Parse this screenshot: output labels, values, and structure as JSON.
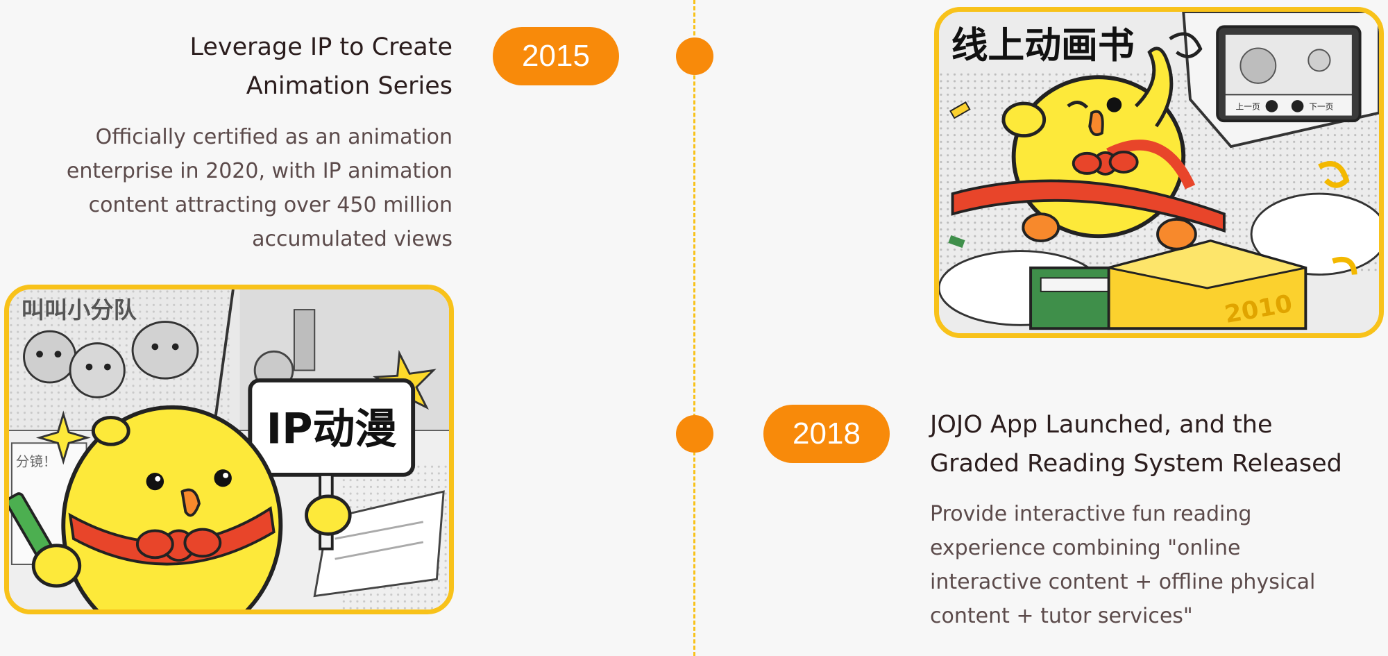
{
  "timeline": {
    "entry_2015": {
      "year": "2015",
      "title_line1": "Leverage IP to Create",
      "title_line2": "Animation Series",
      "desc_lines": [
        "Officially certified as an animation",
        "enterprise in 2020,  with IP animation",
        "content attracting over 450 million",
        "accumulated views"
      ],
      "image": {
        "sign_text": "IP动漫",
        "comic_title": "叫叫小分队",
        "note_text": "分镜！"
      }
    },
    "entry_2018": {
      "year": "2018",
      "title_line1": "JOJO App Launched, and the",
      "title_line2": "Graded Reading System Released",
      "desc_lines": [
        "Provide interactive fun reading",
        "experience combining \"online",
        "interactive content + offline physical",
        "content + tutor services\""
      ],
      "image": {
        "headline": "线上动画书",
        "prev_label": "上一页",
        "next_label": "下一页",
        "box_year": "2010"
      }
    }
  },
  "colors": {
    "accent_orange": "#f88a0a",
    "accent_yellow": "#f8c21a",
    "mascot_yellow": "#fde93a",
    "scarf_red": "#e8452a",
    "title_text": "#2b1d1d",
    "body_text": "#5b4a4a"
  }
}
